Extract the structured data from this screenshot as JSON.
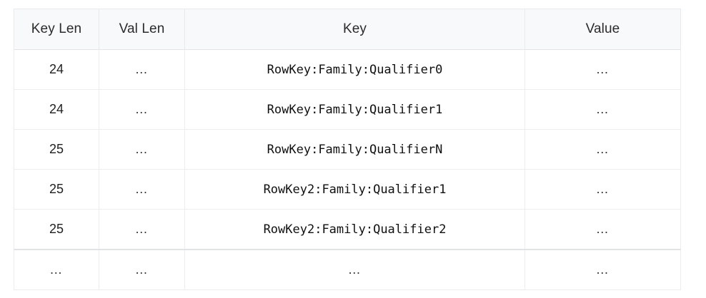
{
  "table": {
    "name": "hfile-keyvalue-layout-table",
    "columns": [
      {
        "key": "key_len",
        "label": "Key Len",
        "align": "center"
      },
      {
        "key": "val_len",
        "label": "Val Len",
        "align": "center"
      },
      {
        "key": "key",
        "label": "Key",
        "align": "center"
      },
      {
        "key": "value",
        "label": "Value",
        "align": "center"
      }
    ],
    "rows": [
      {
        "key_len": "24",
        "val_len": "…",
        "key": "RowKey:Family:Qualifier0",
        "value": "…"
      },
      {
        "key_len": "24",
        "val_len": "…",
        "key": "RowKey:Family:Qualifier1",
        "value": "…"
      },
      {
        "key_len": "25",
        "val_len": "…",
        "key": "RowKey:Family:QualifierN",
        "value": "…"
      },
      {
        "key_len": "25",
        "val_len": "…",
        "key": "RowKey2:Family:Qualifier1",
        "value": "…"
      },
      {
        "key_len": "25",
        "val_len": "…",
        "key": "RowKey2:Family:Qualifier2",
        "value": "…"
      },
      {
        "key_len": "…",
        "val_len": "…",
        "key": "…",
        "value": "…"
      }
    ],
    "continuation_row_index": 5
  },
  "colors": {
    "page_background": "#ffffff",
    "header_background": "#f8f9fa",
    "header_text": "#2b2b2b",
    "cell_text": "#1f1f1f",
    "grid_border": "#ededef",
    "header_border": "#e8eaec",
    "continuation_border": "#e2e3e5"
  }
}
